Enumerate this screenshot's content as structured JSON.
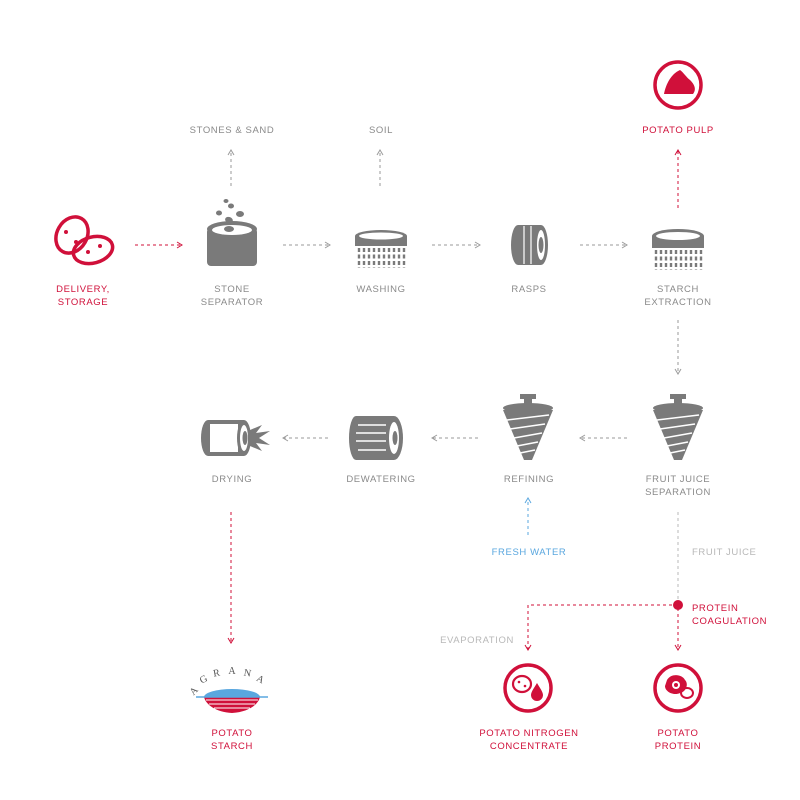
{
  "colors": {
    "accent": "#d0103a",
    "gray": "#7a7a7a",
    "light": "#b8b8b8",
    "water": "#5aa7df"
  },
  "steps": {
    "delivery": [
      "DELIVERY,",
      "STORAGE"
    ],
    "stone_separator": [
      "STONE",
      "SEPARATOR"
    ],
    "washing": [
      "WASHING"
    ],
    "rasps": [
      "RASPS"
    ],
    "starch_extraction": [
      "STARCH",
      "EXTRACTION"
    ],
    "fruit_juice_separation": [
      "FRUIT JUICE",
      "SEPARATION"
    ],
    "refining": [
      "REFINING"
    ],
    "dewatering": [
      "DEWATERING"
    ],
    "drying": [
      "DRYING"
    ]
  },
  "byproducts": {
    "stones_sand": "STONES & SAND",
    "soil": "SOIL",
    "potato_pulp": "POTATO PULP",
    "fresh_water": "FRESH WATER",
    "fruit_juice": "FRUIT JUICE",
    "protein_coagulation": [
      "PROTEIN",
      "COAGULATION"
    ],
    "evaporation": "EVAPORATION"
  },
  "products": {
    "potato_starch": [
      "POTATO",
      "STARCH"
    ],
    "potato_nitrogen_concentrate": [
      "POTATO NITROGEN",
      "CONCENTRATE"
    ],
    "potato_protein": [
      "POTATO",
      "PROTEIN"
    ]
  },
  "logo": {
    "brand": "AGRANA"
  },
  "icons": [
    "potatoes-icon",
    "stone-separator-icon",
    "washing-drum-icon",
    "rasp-icon",
    "starch-extraction-icon",
    "pulp-icon",
    "hydrocyclone-icon",
    "dewatering-icon",
    "dryer-icon",
    "nitrogen-concentrate-icon",
    "protein-icon",
    "agrana-logo"
  ]
}
